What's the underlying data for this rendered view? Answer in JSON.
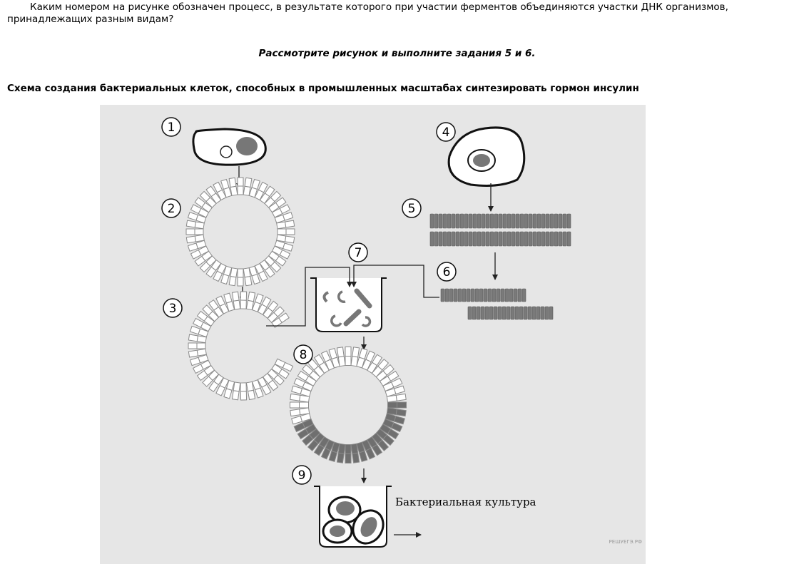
{
  "question": {
    "text": "Каким номером на рисунке обозначен процесс, в результате которого при участии ферментов объединяются участки ДНК организмов, принадлежащих разным видам?"
  },
  "task": "Рассмотрите рисунок и выполните задания 5 и 6.",
  "caption": "Схема создания бактериальных клеток, способных в промышленных масштабах синтезировать гормон инсулин",
  "figure": {
    "labels": [
      "1",
      "2",
      "3",
      "4",
      "5",
      "6",
      "7",
      "8",
      "9"
    ],
    "culture_label": "Бактериальная культура",
    "watermark": "РЕШУЕГЭ.РФ"
  }
}
